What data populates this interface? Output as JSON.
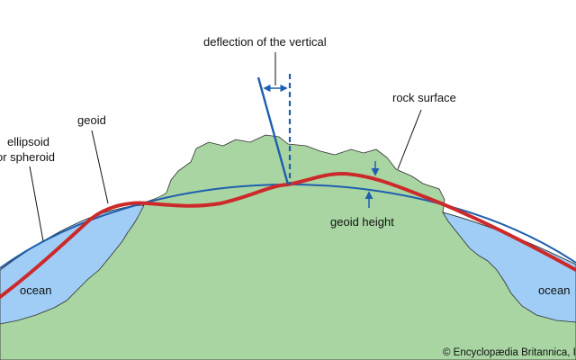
{
  "labels": {
    "deflection": "deflection of the vertical",
    "rock_surface": "rock surface",
    "geoid": "geoid",
    "ellipsoid_line1": "ellipsoid",
    "ellipsoid_line2": "or spheroid",
    "geoid_height": "geoid height",
    "ocean_left": "ocean",
    "ocean_right": "ocean",
    "credit": "© Encyclopædia Britannica, Inc."
  },
  "colors": {
    "land": "#a8d5a2",
    "ocean": "#9fcdf5",
    "geoid": "#cc2a2a",
    "ellipsoid": "#1f5fae",
    "outline": "#2e2e2e",
    "leader": "#111111"
  }
}
